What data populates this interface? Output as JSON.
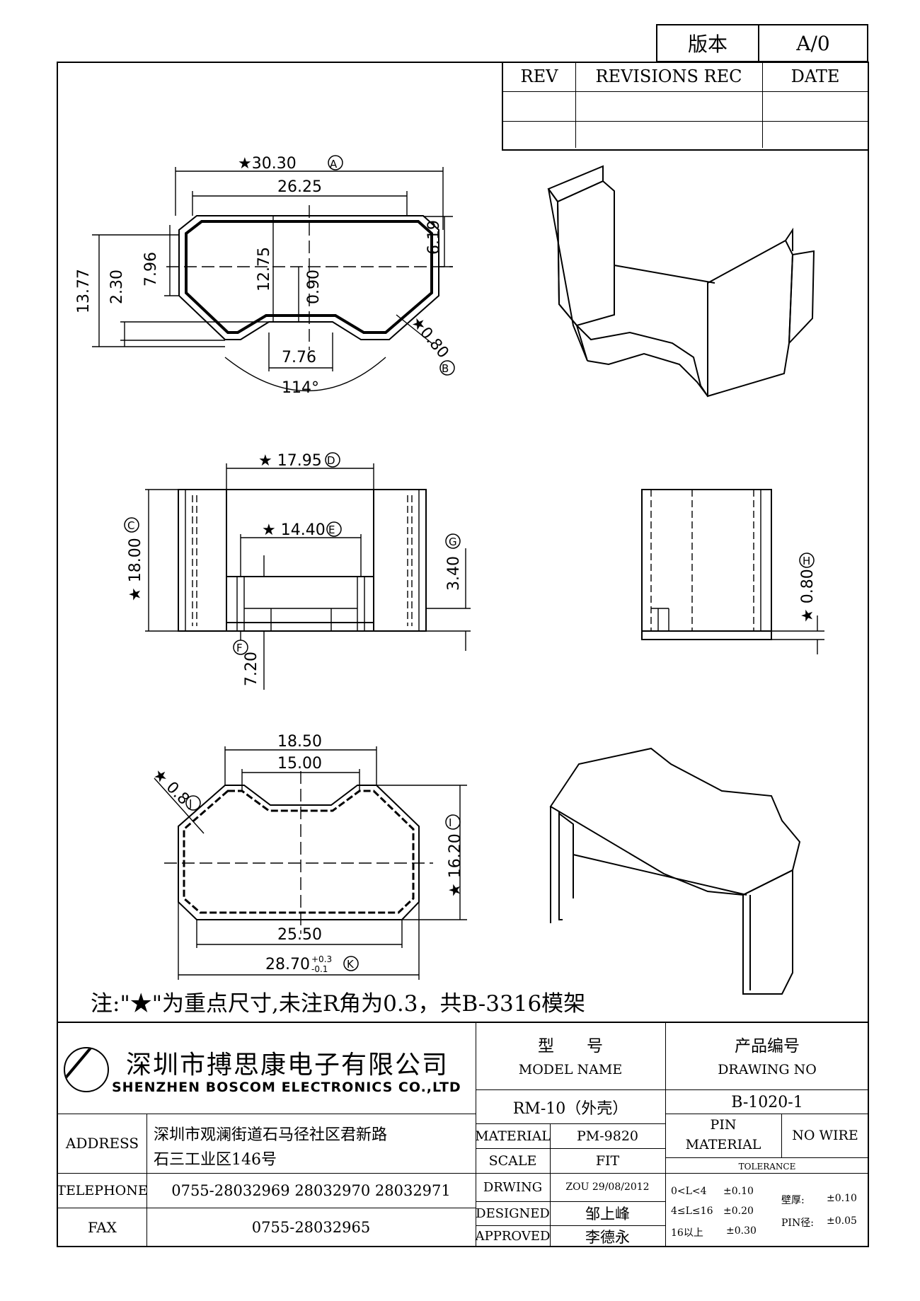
{
  "version_box": {
    "label": "版本",
    "value": "A/0"
  },
  "revision_table": {
    "headers": [
      "REV",
      "REVISIONS REC",
      "DATE"
    ]
  },
  "dims_top": {
    "d1": "★30.30",
    "d1_tag": "A",
    "d2": "26.25",
    "d3": "6.19",
    "d4": "7.96",
    "d5": "12.75",
    "d6": "0.90",
    "d7": "13.77",
    "d8": "2.30",
    "d9": "7.76",
    "d10": "114°",
    "d11": "★0.80",
    "d11_tag": "B"
  },
  "dims_front": {
    "d1": "★ 17.95",
    "d1_tag": "D",
    "d2": "★ 14.40",
    "d2_tag": "E",
    "d3": "★ 18.00",
    "d3_tag": "C",
    "d4": "3.40",
    "d4_tag": "G",
    "d5": "7.20",
    "d5_tag": "F"
  },
  "dims_side": {
    "d1": "★ 0.80",
    "d1_tag": "H"
  },
  "dims_bottom": {
    "d1": "18.50",
    "d2": "15.00",
    "d3": "★ 0.8",
    "d3_tag": "J",
    "d4": "★ 16.20",
    "d4_tag": "I",
    "d5": "25.50",
    "d6": "28.70",
    "d6_tol_plus": "+0.3",
    "d6_tol_minus": "-0.1",
    "d6_tag": "K"
  },
  "note": "注:\"★\"为重点尺寸,未注R角为0.3，共B-3316模架",
  "company": {
    "name_cn": "深圳市搏思康电子有限公司",
    "name_en": "SHENZHEN BOSCOM ELECTRONICS CO.,LTD"
  },
  "contact": {
    "address_label": "ADDRESS",
    "address_line1": "深圳市观澜街道石马径社区君新路",
    "address_line2": "石三工业区146号",
    "telephone_label": "TELEPHONE",
    "telephone": "0755-28032969 28032970 28032971",
    "fax_label": "FAX",
    "fax": "0755-28032965"
  },
  "model": {
    "label_cn": "型　　号",
    "label_en": "MODEL NAME",
    "value": "RM-10（外壳）"
  },
  "drawing_no": {
    "label_cn": "产品编号",
    "label_en": "DRAWING NO",
    "value": "B-1020-1"
  },
  "specs": {
    "material_label": "MATERIAL",
    "material": "PM-9820",
    "scale_label": "SCALE",
    "scale": "FIT",
    "drwing_label": "DRWING",
    "drwing": "ZOU 29/08/2012",
    "designed_label": "DESIGNED",
    "designed": "邹上峰",
    "approved_label": "APPROVED",
    "approved": "李德永",
    "pin_material_label1": "PIN",
    "pin_material_label2": "MATERIAL",
    "pin_material": "NO WIRE"
  },
  "tolerance": {
    "label": "TOLERANCE",
    "rows": [
      {
        "range": "0<L<4",
        "value": "±0.10"
      },
      {
        "range": "4≤L≤16",
        "value": "±0.20"
      },
      {
        "range": "16以上",
        "value": "±0.30"
      }
    ],
    "wall_label": "壁厚:",
    "wall_value": "±0.10",
    "pin_label": "PIN径:",
    "pin_value": "±0.05"
  }
}
